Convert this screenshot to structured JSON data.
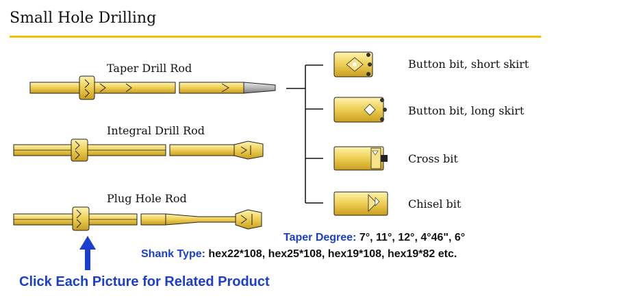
{
  "title": "Small Hole Drilling",
  "rods": [
    {
      "label": "Taper Drill Rod"
    },
    {
      "label": "Integral Drill Rod"
    },
    {
      "label": "Plug Hole Rod"
    }
  ],
  "bits": [
    {
      "label": "Button bit, short skirt"
    },
    {
      "label": "Button bit, long skirt"
    },
    {
      "label": "Cross bit"
    },
    {
      "label": "Chisel bit"
    }
  ],
  "specs": {
    "taper_key": "Taper Degree:",
    "taper_value": " 7°, 11°, 12°,  4°46\", 6°",
    "shank_key": "Shank Type:",
    "shank_value": " hex22*108, hex25*108, hex19*108, hex19*82 etc."
  },
  "click_note": "Click Each Picture for Related Product",
  "colors": {
    "accent_rule": "#f2c200",
    "steel_yellow": "#f0d25a",
    "link_blue": "#1a3fd0"
  }
}
